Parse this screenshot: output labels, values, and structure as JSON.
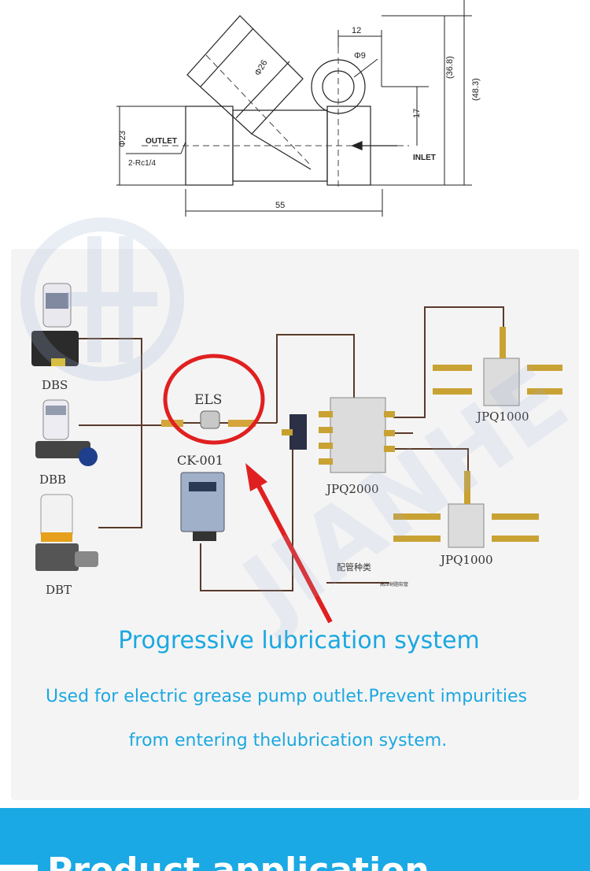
{
  "drawing": {
    "dim_12": "12",
    "dim_phi9": "Φ9",
    "dim_phi26": "Φ26",
    "dim_36_8": "(36.8)",
    "dim_48_3": "(48.3)",
    "dim_17": "17",
    "dim_phi23": "Φ23",
    "outlet": "OUTLET",
    "thread": "2-Rc1/4",
    "inlet": "INLET",
    "dim_55": "55"
  },
  "system": {
    "pump_dbs": "DBS",
    "pump_dbb": "DBB",
    "pump_dbt": "DBT",
    "filter_label": "ELS",
    "controller_label": "CK-001",
    "distributor_main": "JPQ2000",
    "distributor_top": "JPQ1000",
    "distributor_bottom": "JPQ1000",
    "legend_title": "配管种类",
    "legend_item": "高压树脂软管"
  },
  "caption": {
    "title": "Progressive lubrication system",
    "line1": "Used for electric grease pump outlet.Prevent impurities",
    "line2": "from entering thelubrication system."
  },
  "band": {
    "heading": "Product application"
  },
  "colors": {
    "accent_blue": "#1aa9e4",
    "caption_blue": "#1ba8e0",
    "highlight_red": "#e02020",
    "pipe_brown": "#5a3a2a"
  }
}
